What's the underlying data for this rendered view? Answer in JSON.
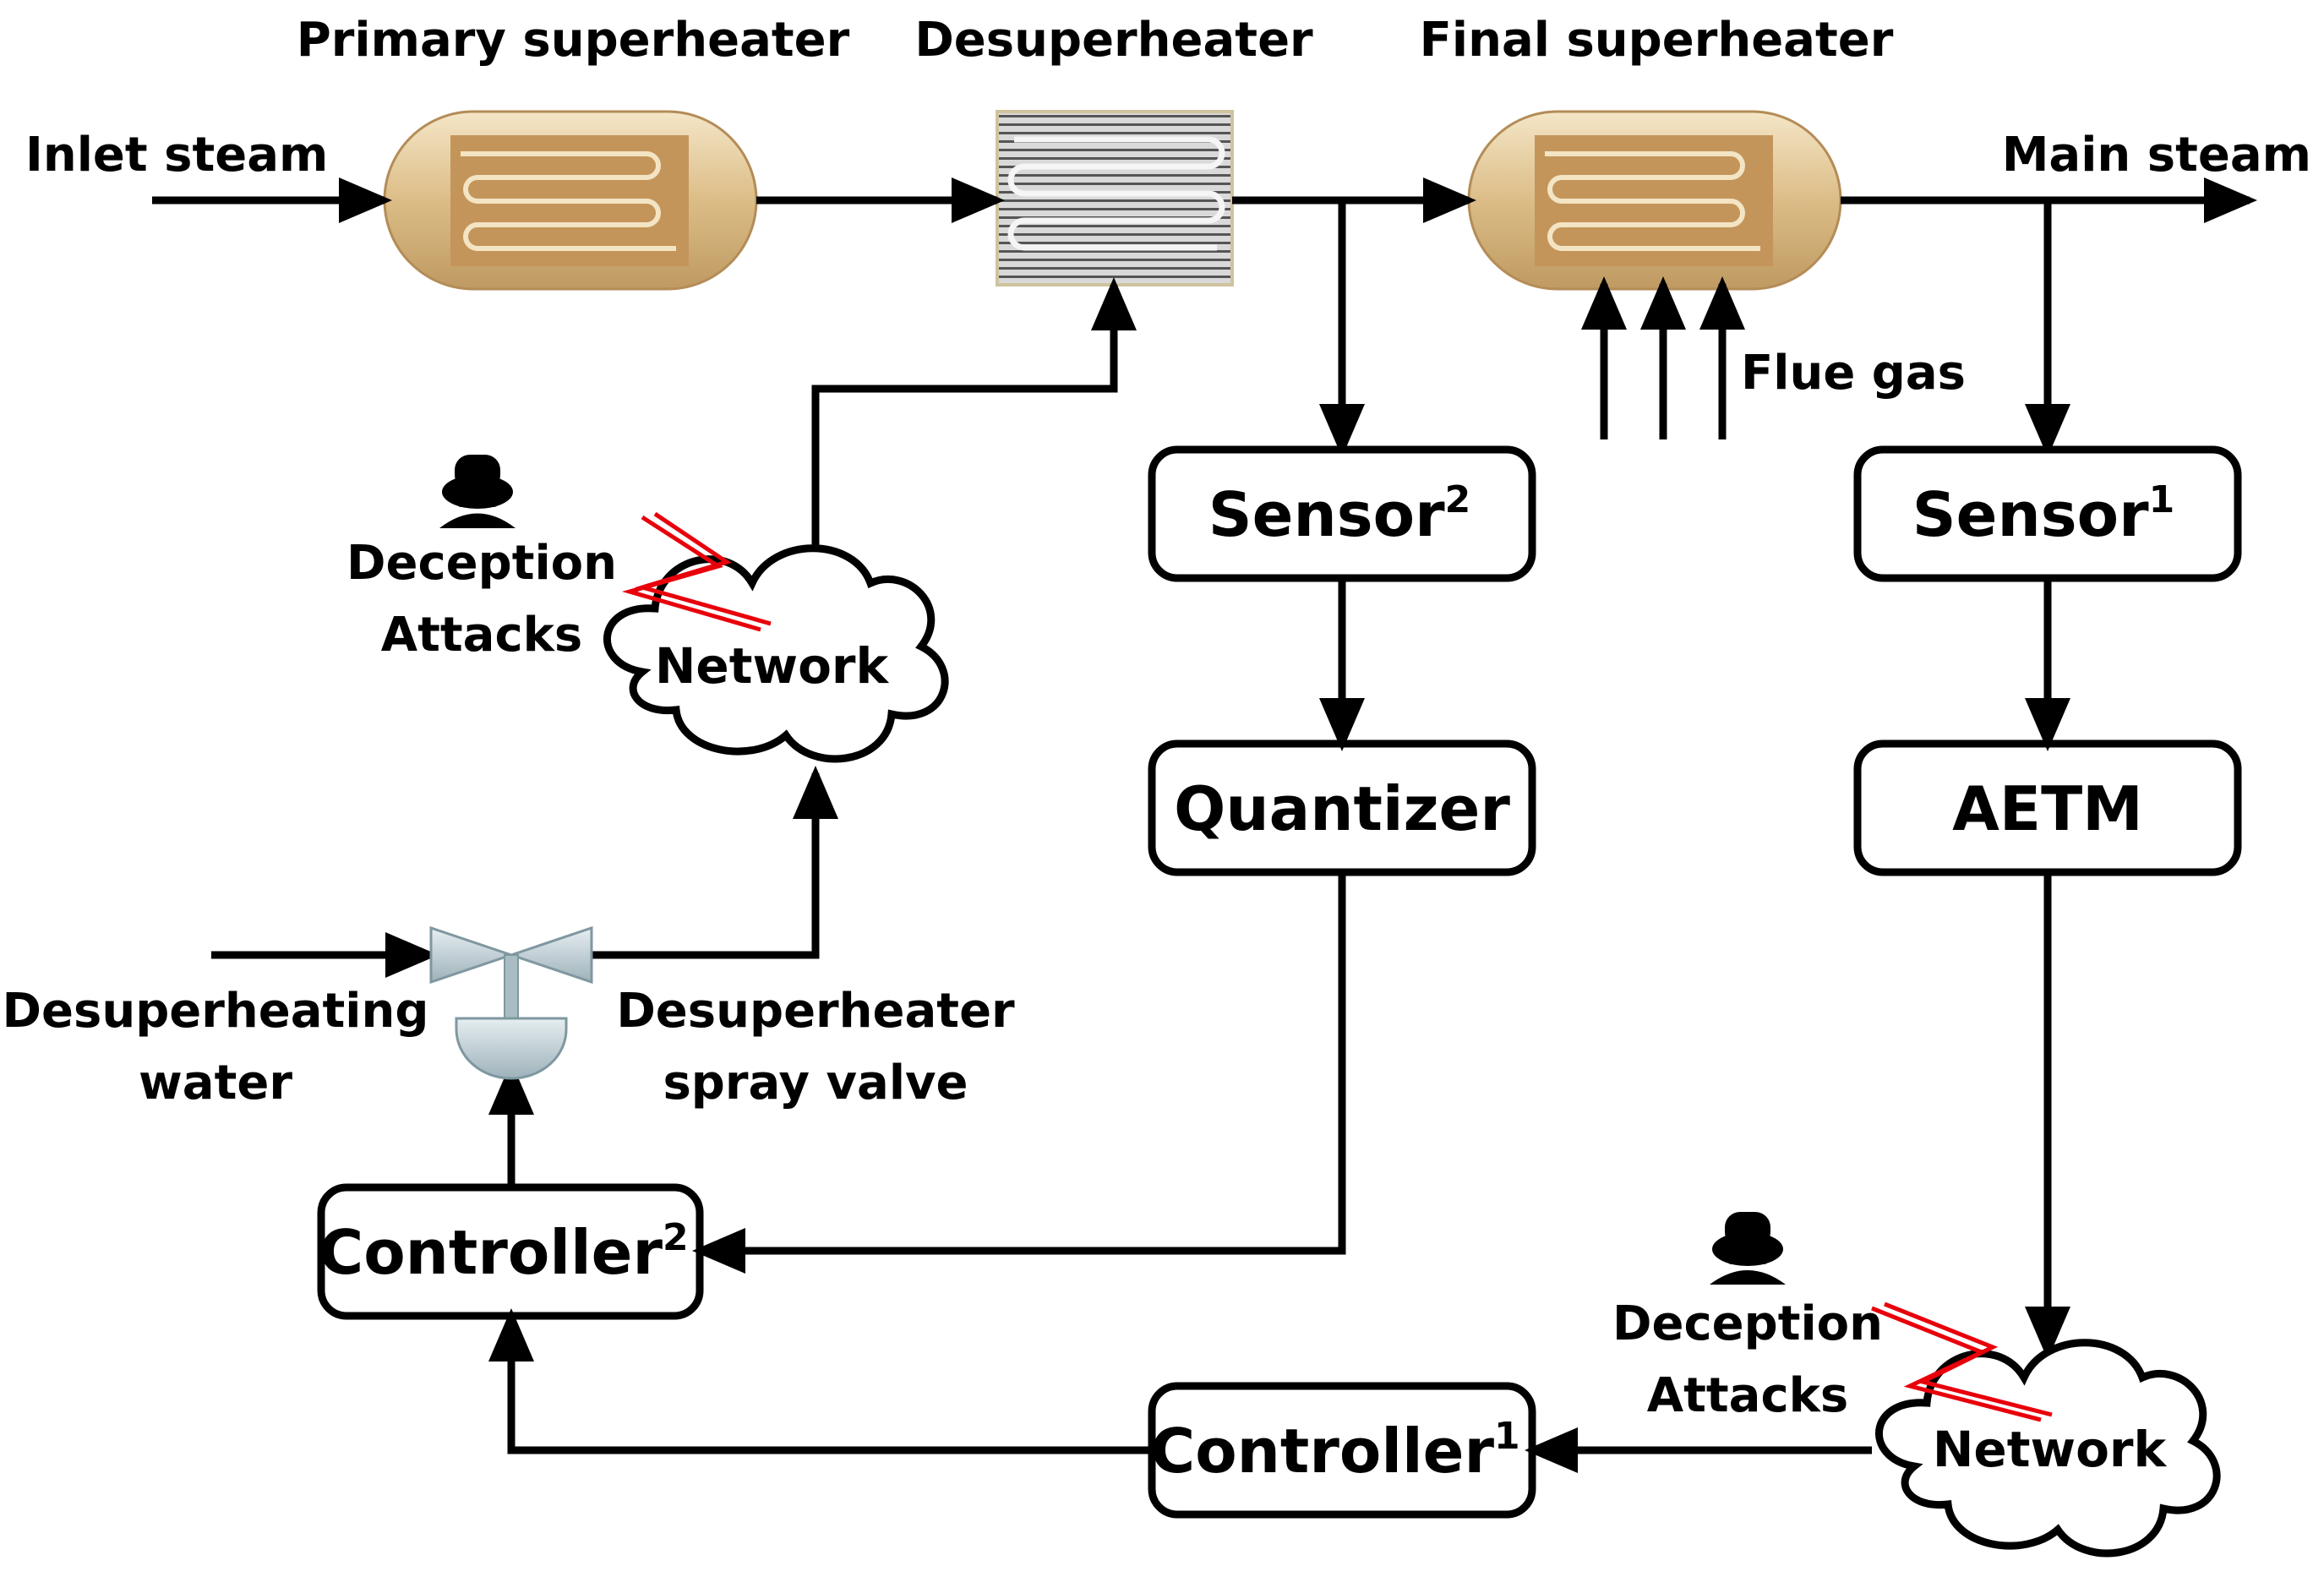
{
  "labels": {
    "primary_superheater": "Primary superheater",
    "desuperheater": "Desuperheater",
    "final_superheater": "Final superheater",
    "inlet_steam": "Inlet steam",
    "main_steam": "Main steam",
    "flue_gas": "Flue gas",
    "desuperheating_water_line1": "Desuperheating",
    "desuperheating_water_line2": "water",
    "spray_valve_line1": "Desuperheater",
    "spray_valve_line2": "spray valve"
  },
  "blocks": {
    "sensor2": {
      "text": "Sensor",
      "sup": "2"
    },
    "sensor1": {
      "text": "Sensor",
      "sup": "1"
    },
    "quantizer": {
      "text": "Quantizer"
    },
    "aetm": {
      "text": "AETM"
    },
    "controller2": {
      "text": "Controller",
      "sup": "2"
    },
    "controller1": {
      "text": "Controller",
      "sup": "1"
    }
  },
  "networks": {
    "upper": {
      "label": "Network",
      "attack_line1": "Deception",
      "attack_line2": "Attacks"
    },
    "lower": {
      "label": "Network",
      "attack_line1": "Deception",
      "attack_line2": "Attacks"
    }
  },
  "colors": {
    "line": "#000000",
    "attack_bolt": "#e8000b",
    "superheater_body": "#e7cfa3",
    "superheater_core": "#c4955a",
    "desuperheater_fill": "#b8b8b8",
    "valve_fill": "#c9d6dc"
  },
  "icons": {
    "attacker": "hacker-icon",
    "attack": "lightning-bolt-icon"
  }
}
